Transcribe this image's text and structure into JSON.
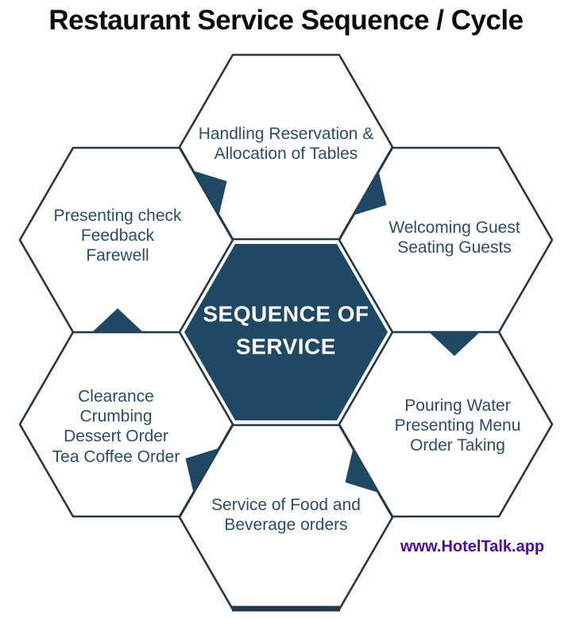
{
  "title": "Restaurant Service Sequence / Cycle",
  "center": {
    "lines": [
      "SEQUENCE OF",
      "SERVICE"
    ]
  },
  "steps": [
    {
      "id": "top",
      "lines": [
        "Handling Reservation &",
        "Allocation of Tables"
      ]
    },
    {
      "id": "top-right",
      "lines": [
        "Welcoming Guest",
        "Seating Guests"
      ]
    },
    {
      "id": "bottom-right",
      "lines": [
        "Pouring Water",
        "Presenting Menu",
        "Order Taking"
      ]
    },
    {
      "id": "bottom",
      "lines": [
        "Service of Food and",
        "Beverage orders"
      ]
    },
    {
      "id": "bottom-left",
      "lines": [
        "Clearance",
        "Crumbing",
        "Dessert Order",
        "Tea Coffee Order"
      ]
    },
    {
      "id": "top-left",
      "lines": [
        "Presenting check",
        "Feedback",
        "Farewell"
      ]
    }
  ],
  "flow_direction": "clockwise",
  "watermark": "www.HotelTalk.app",
  "colors": {
    "hex_border": "#24384a",
    "hex_fill": "#ffffff",
    "center_fill": "#1e4864",
    "arrow_fill": "#1e4864",
    "label_text": "#2b4d68",
    "title_text": "#0c0c0c",
    "watermark_text": "#4d0d9e"
  }
}
